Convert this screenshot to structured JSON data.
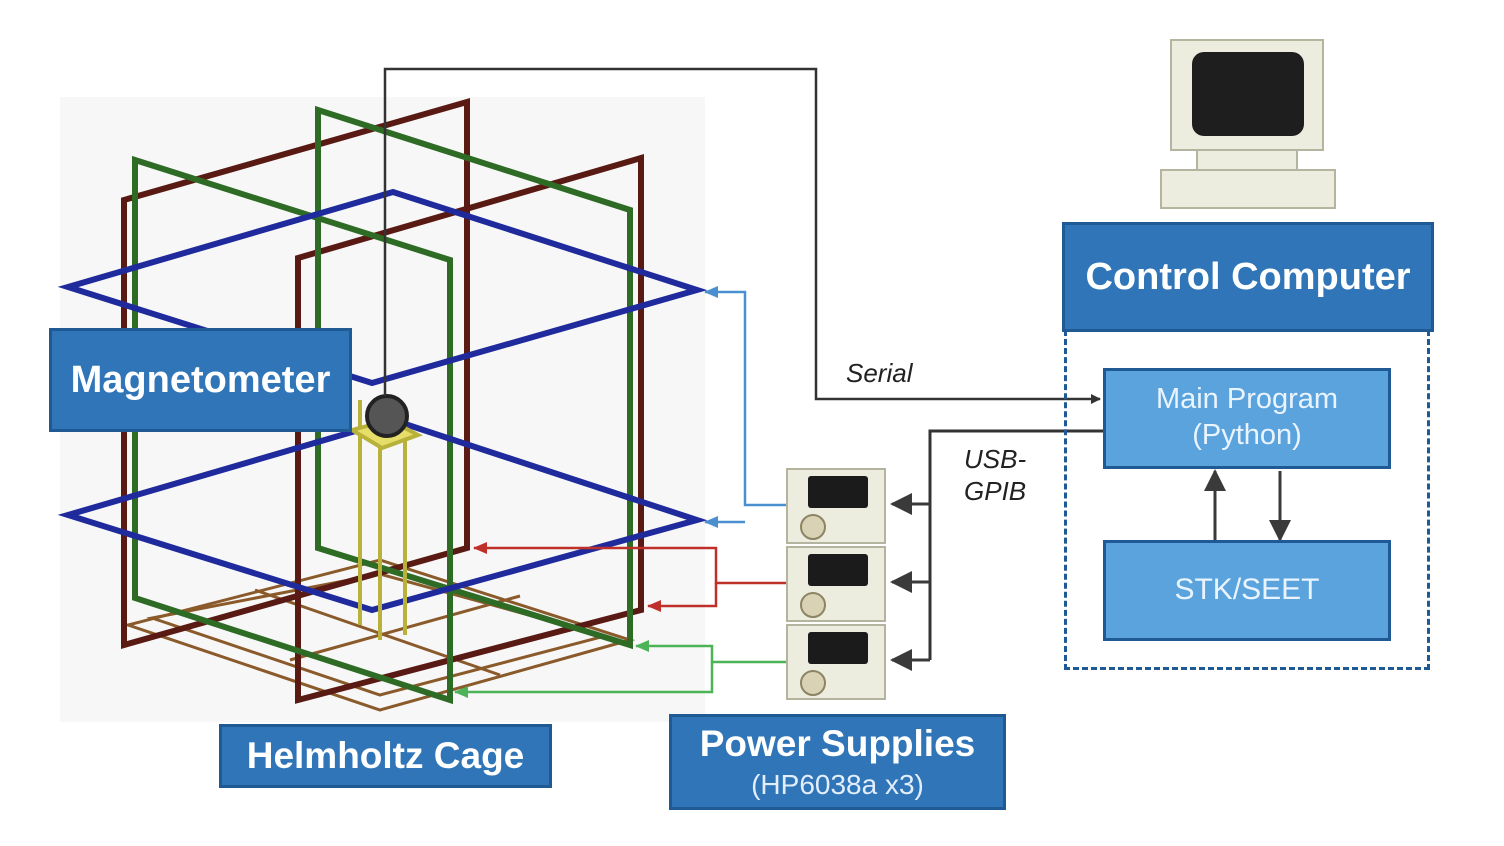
{
  "labels": {
    "magnetometer": "Magnetometer",
    "helmholtz_cage": "Helmholtz Cage",
    "power_supplies": "Power Supplies",
    "power_supplies_model": "(HP6038a x3)",
    "control_computer": "Control Computer",
    "main_program_line1": "Main Program",
    "main_program_line2": "(Python)",
    "stk_seet": "STK/SEET",
    "serial": "Serial",
    "usb_line1": "USB-",
    "usb_line2": "GPIB"
  },
  "icons": {
    "computer": "computer-monitor-icon",
    "power_supply": "power-supply-unit-icon",
    "sensor": "magnetometer-sensor-icon"
  },
  "colors": {
    "box_fill": "#2f75b7",
    "sub_box_fill": "#5ba3dc",
    "box_border": "#1f5a94",
    "coil_x": "#5a1a14",
    "coil_y": "#2e6b25",
    "coil_z": "#1f2a9c",
    "base_frame": "#8a5a2b",
    "wire_blue": "#4a90d0",
    "wire_red": "#c0302a",
    "wire_green": "#4db357",
    "wire_dark": "#333333"
  }
}
